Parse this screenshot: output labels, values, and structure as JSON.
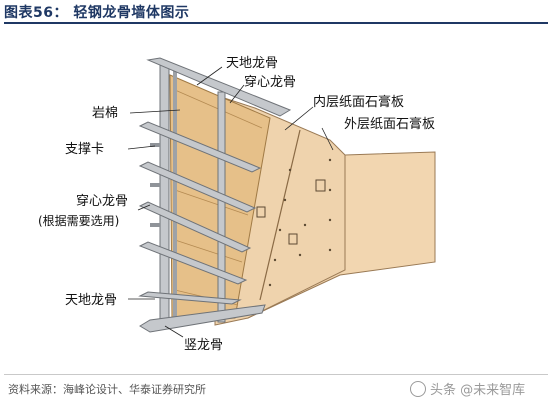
{
  "title": "图表56：  轻钢龙骨墙体图示",
  "source": "资料来源：海峰论设计、华泰证券研究所",
  "watermark": "头条 @未来智库",
  "labels": {
    "tiandi_top": "天地龙骨",
    "chuanxin_top": "穿心龙骨",
    "inner_board": "内层纸面石膏板",
    "outer_board": "外层纸面石膏板",
    "rock_wool": "岩棉",
    "support_clip": "支撑卡",
    "chuanxin_left": "穿心龙骨",
    "chuanxin_left_note": "(根据需要选用)",
    "tiandi_bottom": "天地龙骨",
    "vertical_stud": "竖龙骨"
  },
  "colors": {
    "title": "#1f3864",
    "wool": "#e8c38c",
    "inner_board": "#f1d9b8",
    "outer_board": "#f2d6b0",
    "steel": "#b9bcc0",
    "steel_dark": "#6f7378"
  }
}
